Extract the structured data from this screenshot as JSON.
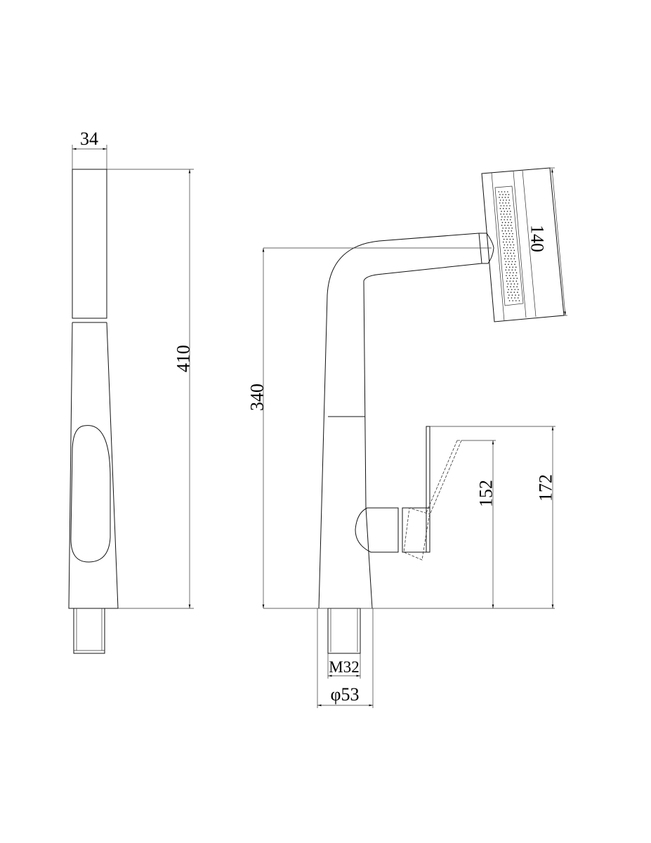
{
  "drawing": {
    "side_view": {
      "width_label": "34",
      "height_label": "410"
    },
    "front_view": {
      "height_label": "340",
      "head_length_label": "140",
      "outlet_height_label": "152",
      "lever_height_label": "172",
      "thread_label": "M32",
      "base_diameter_label": "φ53"
    },
    "line_color": "#111111"
  }
}
